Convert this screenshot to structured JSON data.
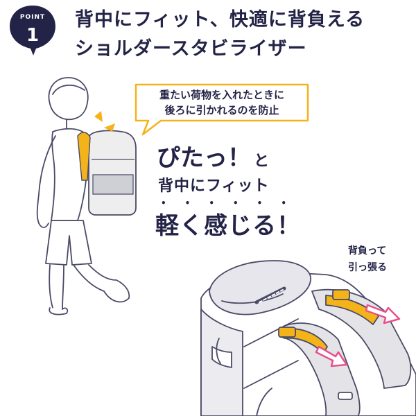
{
  "point": {
    "label": "POINT",
    "number": "1"
  },
  "headline": {
    "line1": "背中にフィット、快適に背負える",
    "line2": "ショルダースタビライザー"
  },
  "bubble": {
    "line1": "重たい荷物を入れたときに",
    "line2": "後ろに引かれるのを防止"
  },
  "catch": {
    "line1_main": "ぴたっ！",
    "line1_small": "と",
    "line2": "背中にフィット",
    "dots": "••••••",
    "line3": "軽く感じる！"
  },
  "pull": {
    "line1": "背負って",
    "line2": "引っ張る"
  },
  "colors": {
    "navy": "#232347",
    "accent_yellow": "#f5b31a",
    "pink_arrow": "#e8508c",
    "outline": "#4a4a66"
  },
  "icons": {
    "badge": "point-badge-icon",
    "exclamation": "alert-spark-icon",
    "arrow": "pull-arrow-icon"
  }
}
